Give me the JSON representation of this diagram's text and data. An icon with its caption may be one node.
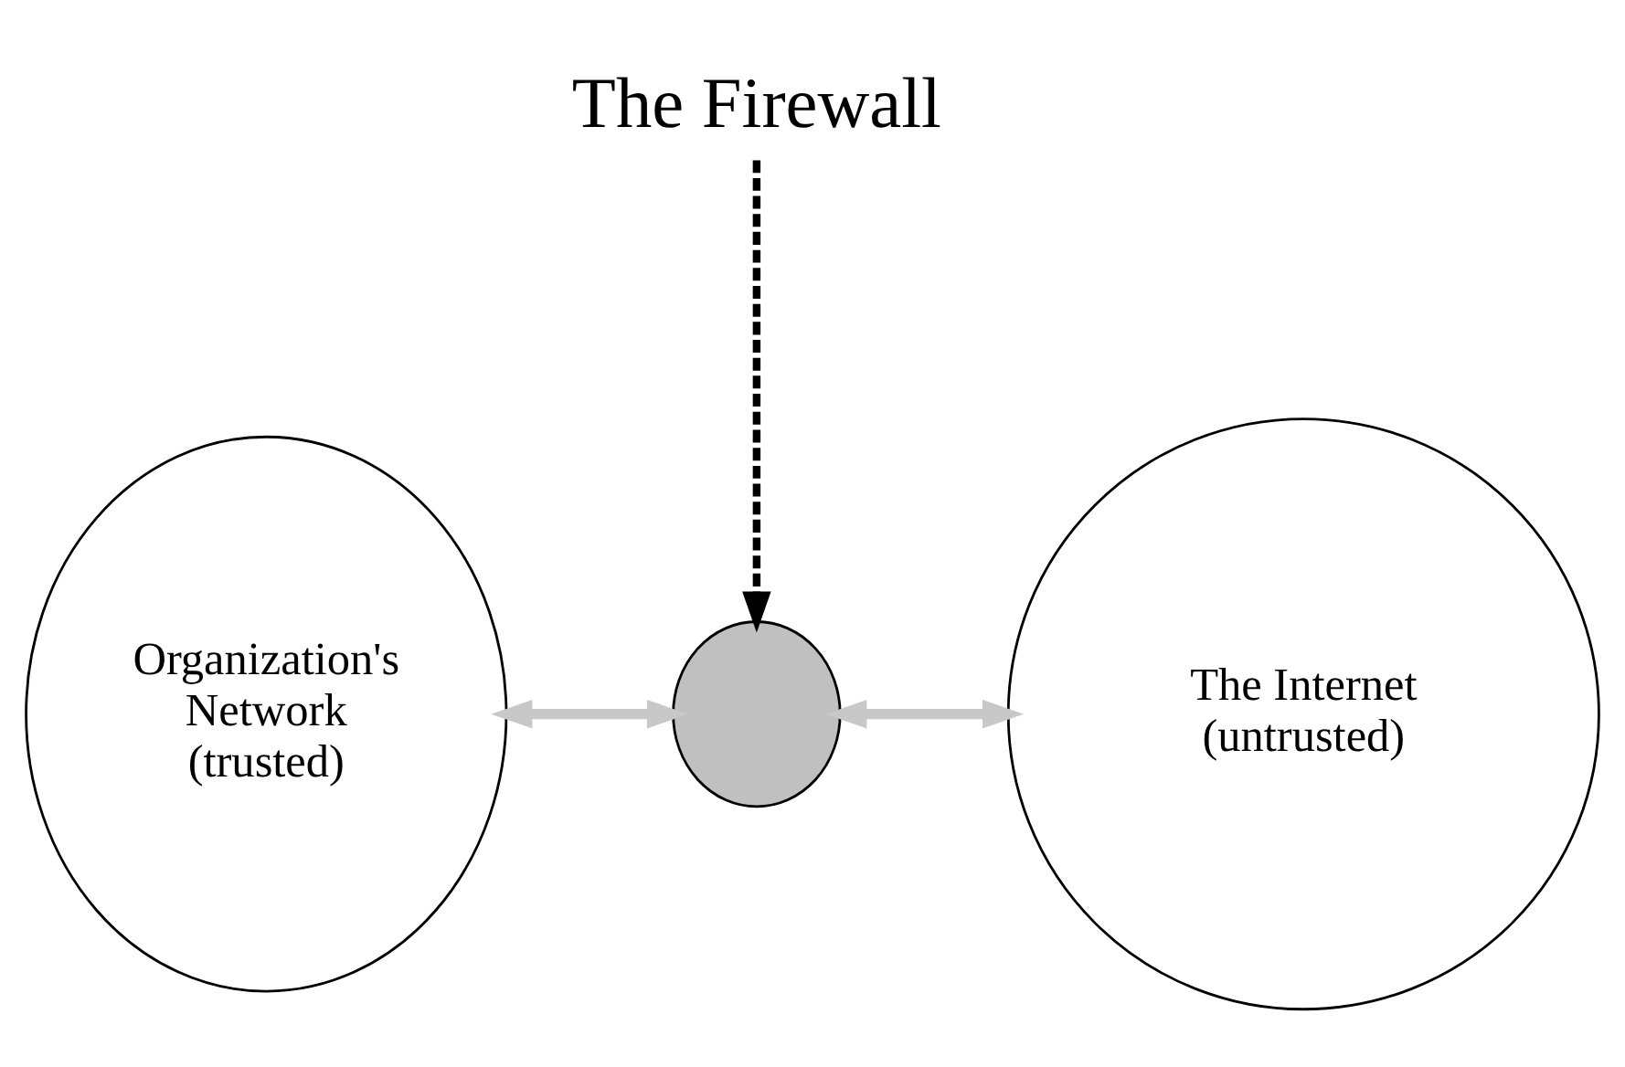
{
  "diagram": {
    "nodes": [
      {
        "text": [
          "The Firewall"
        ]
      },
      {
        "text": [
          "Organization's Network (trusted)"
        ]
      },
      {
        "text": [],
        "shape": "circle"
      },
      {
        "text": [
          "The Internet (untrusted)"
        ]
      }
    ],
    "edges": [
      {
        "from": 0,
        "to": 2,
        "arrow": "to",
        "style": "dashed",
        "color": "#000000"
      },
      {
        "from": 1,
        "to": 2,
        "arrow": "both"
      },
      {
        "from": 2,
        "to": 3,
        "arrow": "both"
      }
    ]
  }
}
